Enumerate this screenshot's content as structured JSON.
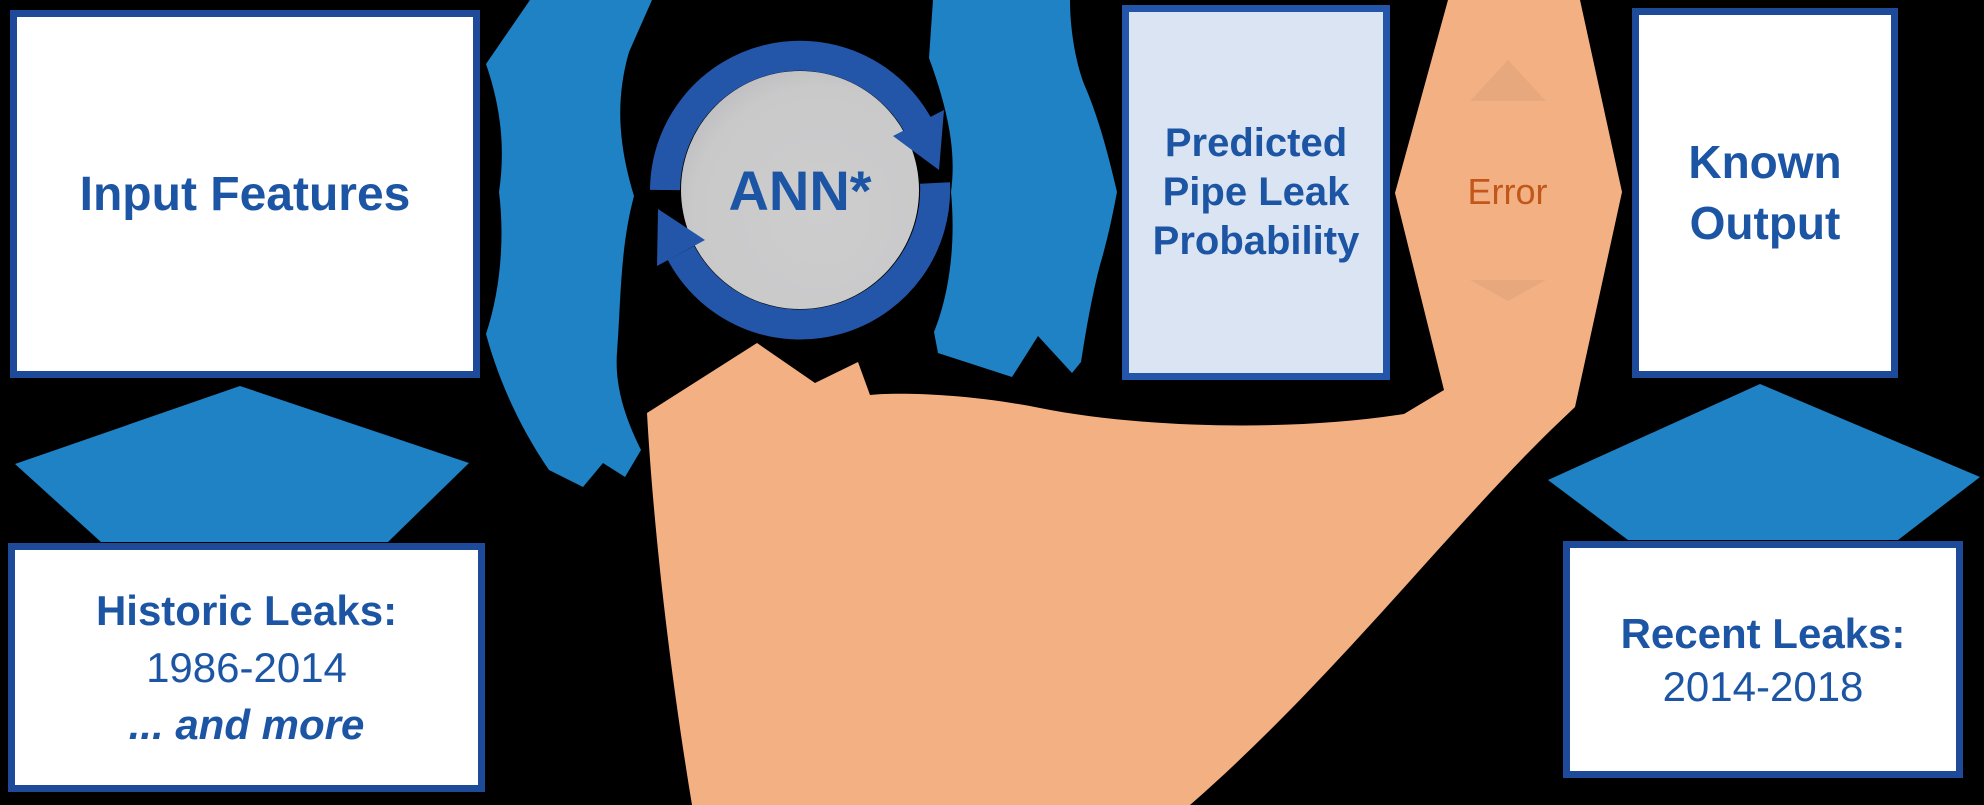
{
  "diagram": {
    "background": "#000000",
    "colors": {
      "flow_blue": "#1F82C5",
      "navy_border": "#1D4A99",
      "ring_navy": "#2355A8",
      "text_blue": "#1D55A5",
      "predicted_fill": "#DAE4F2",
      "box_fill": "#FFFFFF",
      "feedback_orange": "#F3B183",
      "error_text": "#C1571B",
      "ann_gray": "#C9C9CA"
    },
    "nodes": {
      "input_features": {
        "label": "Input Features"
      },
      "historic_leaks": {
        "title": "Historic Leaks:",
        "years": "1986-2014",
        "note": "... and more"
      },
      "ann": {
        "label": "ANN*"
      },
      "predicted": {
        "lines": [
          "Predicted",
          "Pipe Leak",
          "Probability"
        ]
      },
      "error": {
        "label": "Error"
      },
      "known_output": {
        "lines": [
          "Known",
          "Output"
        ]
      },
      "recent_leaks": {
        "title": "Recent Leaks:",
        "years": "2014-2018"
      }
    }
  }
}
